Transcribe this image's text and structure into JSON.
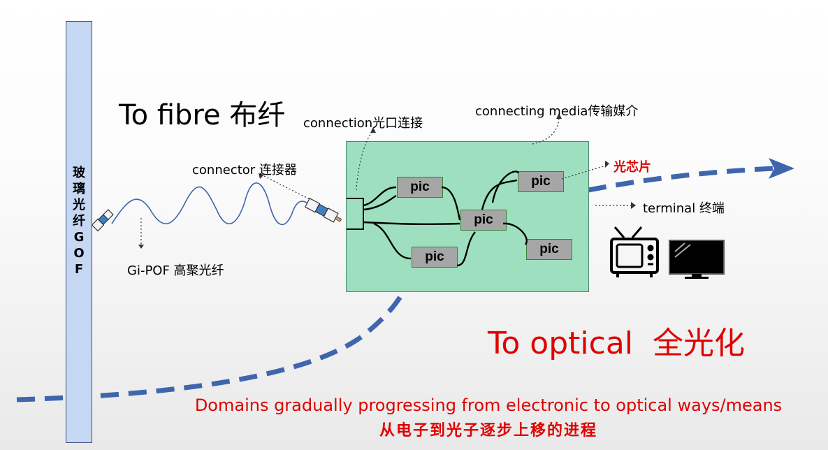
{
  "gof_bar": {
    "label_chars": [
      "玻",
      "璃",
      "光",
      "纤",
      "G",
      "O",
      "F"
    ]
  },
  "labels": {
    "to_fibre": "To fibre 布纤",
    "connection": "connection光口连接",
    "connecting_media": "connecting media传输媒介",
    "connector": "connector 连接器",
    "gi_pof": "Gi-POF 高聚光纤",
    "pic_chip": "光芯片",
    "terminal": "terminal 终端",
    "to_optical": "To optical  全光化",
    "domains_caption": "Domains gradually progressing from electronic to optical ways/means",
    "domains_caption_cn": "从电子到光子逐步上移的进程"
  },
  "module": {
    "pics": [
      "pic",
      "pic",
      "pic",
      "pic",
      "pic"
    ]
  },
  "icons": [
    "tv-icon",
    "monitor-icon",
    "fiber-connector-icon"
  ],
  "colors": {
    "accent_red": "#e00000",
    "dashed_blue": "#3f66ad",
    "module_green": "#9edfc0",
    "gof_blue": "#c5d7f2"
  }
}
